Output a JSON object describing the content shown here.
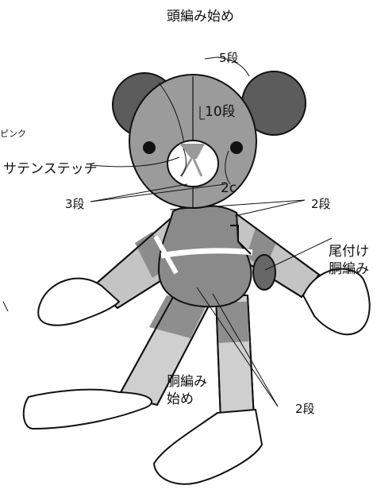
{
  "colors": {
    "ear": "#5c5c5c",
    "head": "#9b9b9b",
    "muzzle": "#ffffff",
    "shirt": "#8a8a8a",
    "arm_light": "#c4c4c4",
    "arm_dark": "#8c8c8c",
    "leg_light": "#cfcfcf",
    "leg_dark": "#8e8e8e",
    "paw": "#ffffff",
    "tail": "#666666",
    "stitch": "#9a9a9a",
    "outline": "#111111"
  },
  "labels": {
    "head_start": "頭編み始め",
    "rows_5": "5段",
    "rows_10": "10段",
    "pink": "ピンク",
    "satin_stitch": "サテンステッチ",
    "rows_3": "3段",
    "rows_2c": "2c",
    "rows_2_shoulder": "2段",
    "tail_attach_1": "尾付け",
    "tail_attach_2": "胴編み",
    "body_start_1": "胴編み",
    "body_start_2": "始め",
    "rows_2_leg": "2段"
  }
}
